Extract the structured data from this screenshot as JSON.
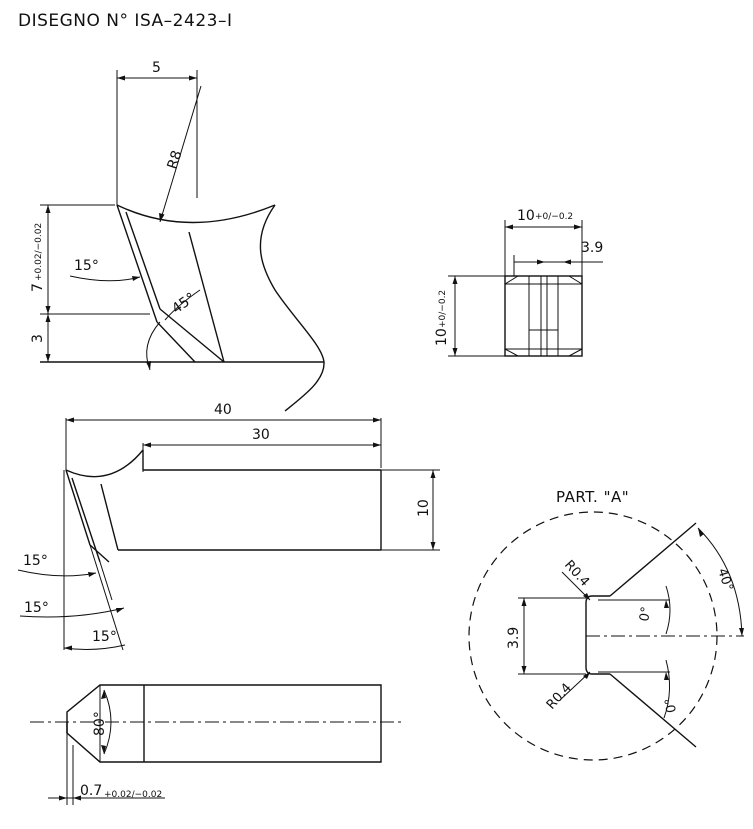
{
  "title": "DISEGNO  N°  ISA–2423–I",
  "detail_title": "PART.  \"A\"",
  "side_view": {
    "dim_width": "5",
    "radius": "R8",
    "dim_height": "7",
    "dim_height_tol": "+0.02/−0.02",
    "dim_base": "3",
    "angle_relief": "15°",
    "angle_bevel": "45°"
  },
  "end_view": {
    "dim_width": "10",
    "dim_width_tol": "+0/−0.2",
    "dim_offset": "3.9",
    "dim_height": "10",
    "dim_height_tol": "+0/−0.2"
  },
  "front_view": {
    "dim_total": "40",
    "dim_body": "30",
    "dim_height": "10",
    "angle_a": "15°",
    "angle_b": "15°",
    "angle_c": "15°"
  },
  "top_view": {
    "angle_tip": "80°",
    "dim_tip": "0.7",
    "dim_tip_tol": "+0.02/−0.02"
  },
  "detail": {
    "radius_top": "R0.4",
    "radius_bottom": "R0.4",
    "dim_width": "3.9",
    "angle_wide": "40°",
    "angle_top": "0°",
    "angle_bottom": "0°"
  }
}
